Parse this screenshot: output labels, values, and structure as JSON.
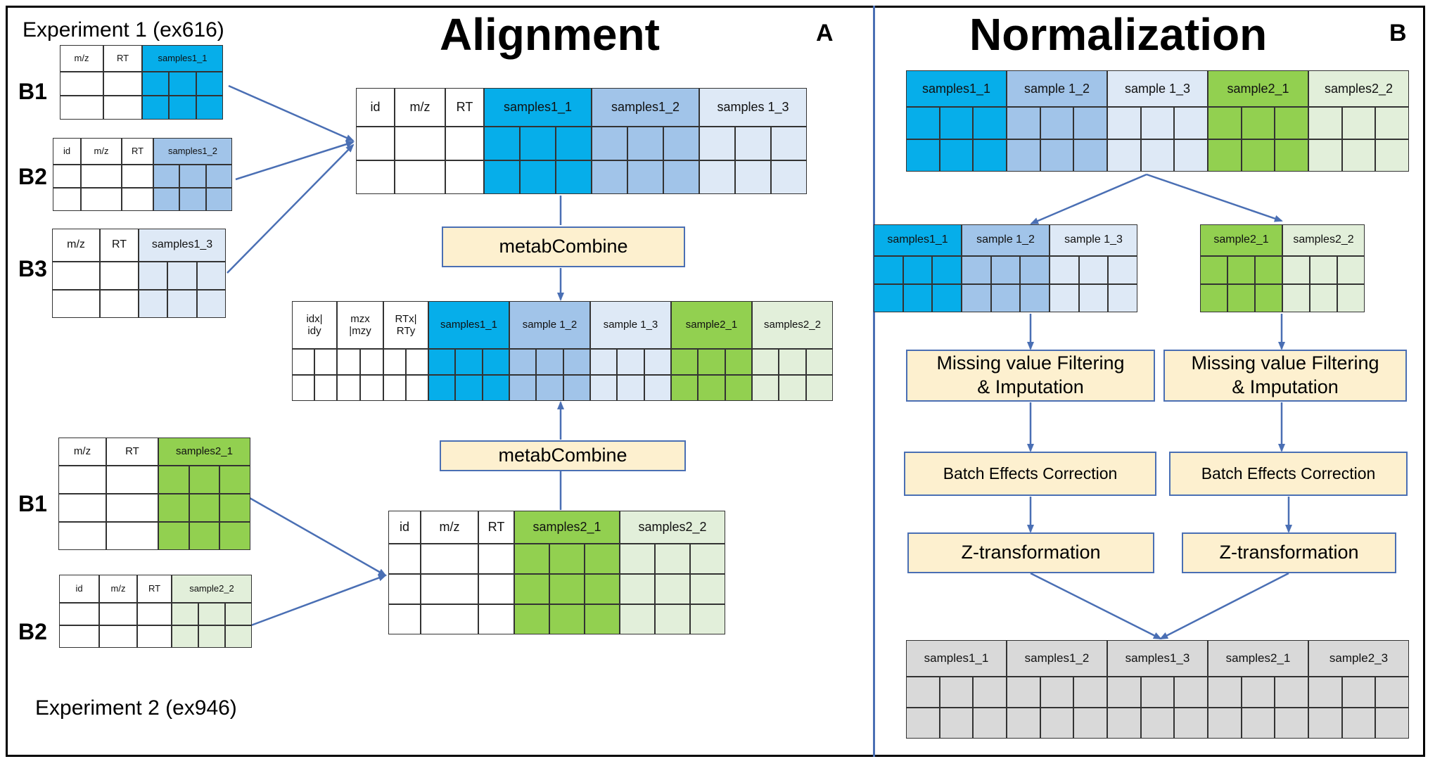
{
  "panels": {
    "alignment": {
      "title": "Alignment",
      "letter": "A"
    },
    "normalization": {
      "title": "Normalization",
      "letter": "B"
    }
  },
  "experiments": {
    "exp1": {
      "label": "Experiment 1 (ex616)"
    },
    "exp2": {
      "label": "Experiment 2 (ex946)"
    }
  },
  "batch_labels": {
    "b1": "B1",
    "b2": "B2",
    "b3": "B3"
  },
  "colors": {
    "blue_dark": "#06aeea",
    "blue_mid": "#a1c4e9",
    "blue_light": "#dee9f6",
    "green_dark": "#92d050",
    "green_light": "#e2efda",
    "gray": "#d9d9d9",
    "box_fill": "#fdf0cf",
    "arrow": "#4a6fb4"
  },
  "tables": [
    {
      "id": "e1-b1",
      "headers": [
        "m/z",
        "RT",
        "samples1_1"
      ],
      "colors": [
        "white",
        "white",
        "blue_dark"
      ]
    },
    {
      "id": "e1-b2",
      "headers": [
        "id",
        "m/z",
        "RT",
        "samples1_2"
      ],
      "colors": [
        "white",
        "white",
        "white",
        "blue_mid"
      ]
    },
    {
      "id": "e1-b3",
      "headers": [
        "m/z",
        "RT",
        "samples1_3"
      ],
      "colors": [
        "white",
        "white",
        "blue_light"
      ]
    },
    {
      "id": "e1-aligned",
      "headers": [
        "id",
        "m/z",
        "RT",
        "samples1_1",
        "samples1_2",
        "samples 1_3"
      ],
      "colors": [
        "white",
        "white",
        "white",
        "blue_dark",
        "blue_mid",
        "blue_light"
      ]
    },
    {
      "id": "combined",
      "headers": [
        "idx|\nidy",
        "mzx\n|mzy",
        "RTx|\nRTy",
        "samples1_1",
        "sample 1_2",
        "sample 1_3",
        "sample2_1",
        "samples2_2"
      ],
      "colors": [
        "white",
        "white",
        "white",
        "blue_dark",
        "blue_mid",
        "blue_light",
        "green_dark",
        "green_light"
      ]
    },
    {
      "id": "e2-b1",
      "headers": [
        "m/z",
        "RT",
        "samples2_1"
      ],
      "colors": [
        "white",
        "white",
        "green_dark"
      ]
    },
    {
      "id": "e2-b2",
      "headers": [
        "id",
        "m/z",
        "RT",
        "sample2_2"
      ],
      "colors": [
        "white",
        "white",
        "white",
        "green_light"
      ]
    },
    {
      "id": "e2-aligned",
      "headers": [
        "id",
        "m/z",
        "RT",
        "samples2_1",
        "samples2_2"
      ],
      "colors": [
        "white",
        "white",
        "white",
        "green_dark",
        "green_light"
      ]
    },
    {
      "id": "norm-input",
      "headers": [
        "samples1_1",
        "sample 1_2",
        "sample 1_3",
        "sample2_1",
        "samples2_2"
      ],
      "colors": [
        "blue_dark",
        "blue_mid",
        "blue_light",
        "green_dark",
        "green_light"
      ]
    },
    {
      "id": "norm-split-1",
      "headers": [
        "samples1_1",
        "sample 1_2",
        "sample 1_3"
      ],
      "colors": [
        "blue_dark",
        "blue_mid",
        "blue_light"
      ]
    },
    {
      "id": "norm-split-2",
      "headers": [
        "sample2_1",
        "samples2_2"
      ],
      "colors": [
        "green_dark",
        "green_light"
      ]
    },
    {
      "id": "norm-output",
      "headers": [
        "samples1_1",
        "samples1_2",
        "samples1_3",
        "samples2_1",
        "sample2_3"
      ],
      "colors": [
        "gray",
        "gray",
        "gray",
        "gray",
        "gray"
      ]
    }
  ],
  "steps": {
    "metab_combine_1": "metabCombine",
    "metab_combine_2": "metabCombine",
    "missing_value_left": "Missing value Filtering\n& Imputation",
    "missing_value_right": "Missing value Filtering\n& Imputation",
    "batch_left": "Batch Effects Correction",
    "batch_right": "Batch Effects Correction",
    "z_left": "Z-transformation",
    "z_right": "Z-transformation"
  }
}
